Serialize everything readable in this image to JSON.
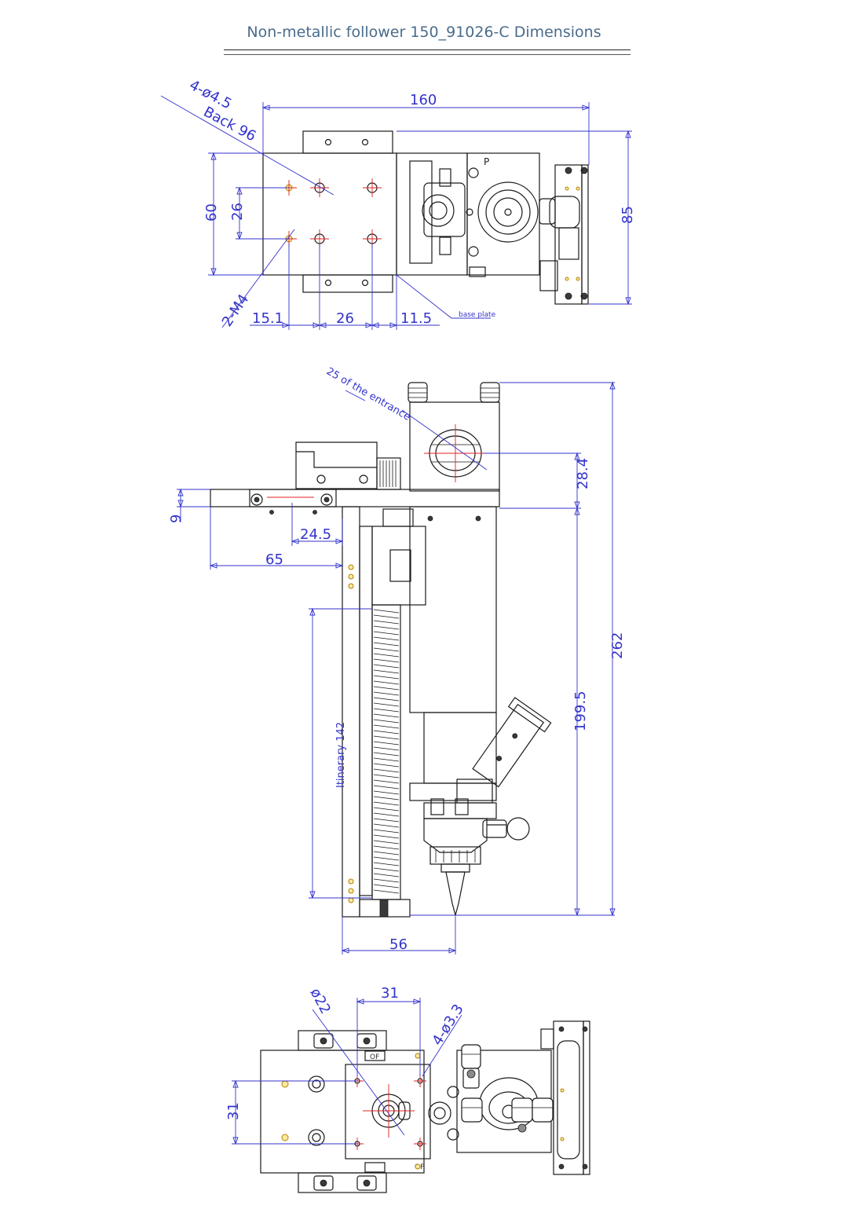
{
  "title": "Non-metallic follower 150_91026-C Dimensions",
  "top_view": {
    "dim_width": "160",
    "dim_height_right": "85",
    "dim_height_left": "60",
    "dim_hole_pitch_v": "26",
    "dim_left_offset": "15.1",
    "dim_hole_pitch_h": "26",
    "dim_right_offset": "11.5",
    "note_holes": "4-ø4.5",
    "note_back": "Back 96",
    "note_thread": "2-M4",
    "note_base_plate": "base plate",
    "mark_p": "P"
  },
  "side_view": {
    "note_entrance": "25 of the entrance",
    "dim_plate_thickness": "9",
    "dim_24_5": "24.5",
    "dim_65": "65",
    "dim_28_4": "28.4",
    "dim_262": "262",
    "dim_199_5": "199.5",
    "dim_itinerary": "Itinerary 142",
    "dim_56": "56"
  },
  "bottom_view": {
    "dim_31_h": "31",
    "dim_phi22": "ø22",
    "dim_holes": "4-ø3.3",
    "dim_31_v": "31",
    "mark_of_top": "OF",
    "mark_of_bottom": "OF"
  },
  "colors": {
    "dimension": "#3333cc",
    "centerline": "#e02020",
    "outline": "#1a1a1a",
    "title": "#4a6c8c"
  }
}
